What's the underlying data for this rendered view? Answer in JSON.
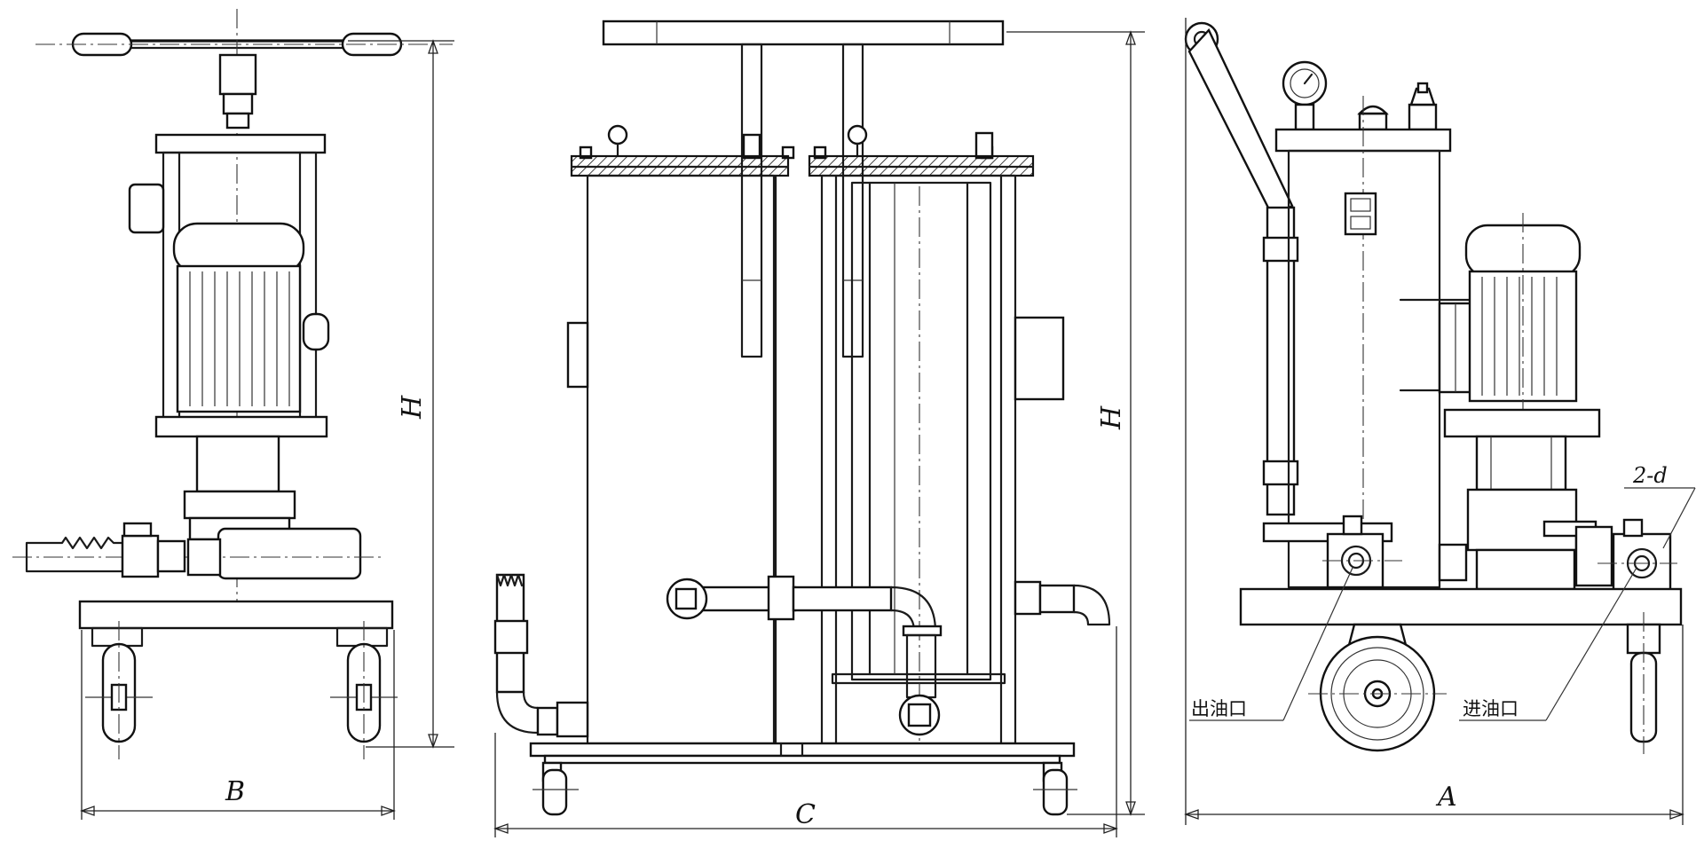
{
  "dimensions": {
    "width_side": "B",
    "depth_front": "C",
    "length_side": "A",
    "height_left": "H",
    "height_middle": "H",
    "ports_spec": "2-d"
  },
  "ports": {
    "outlet": "出油口",
    "inlet": "进油口"
  }
}
